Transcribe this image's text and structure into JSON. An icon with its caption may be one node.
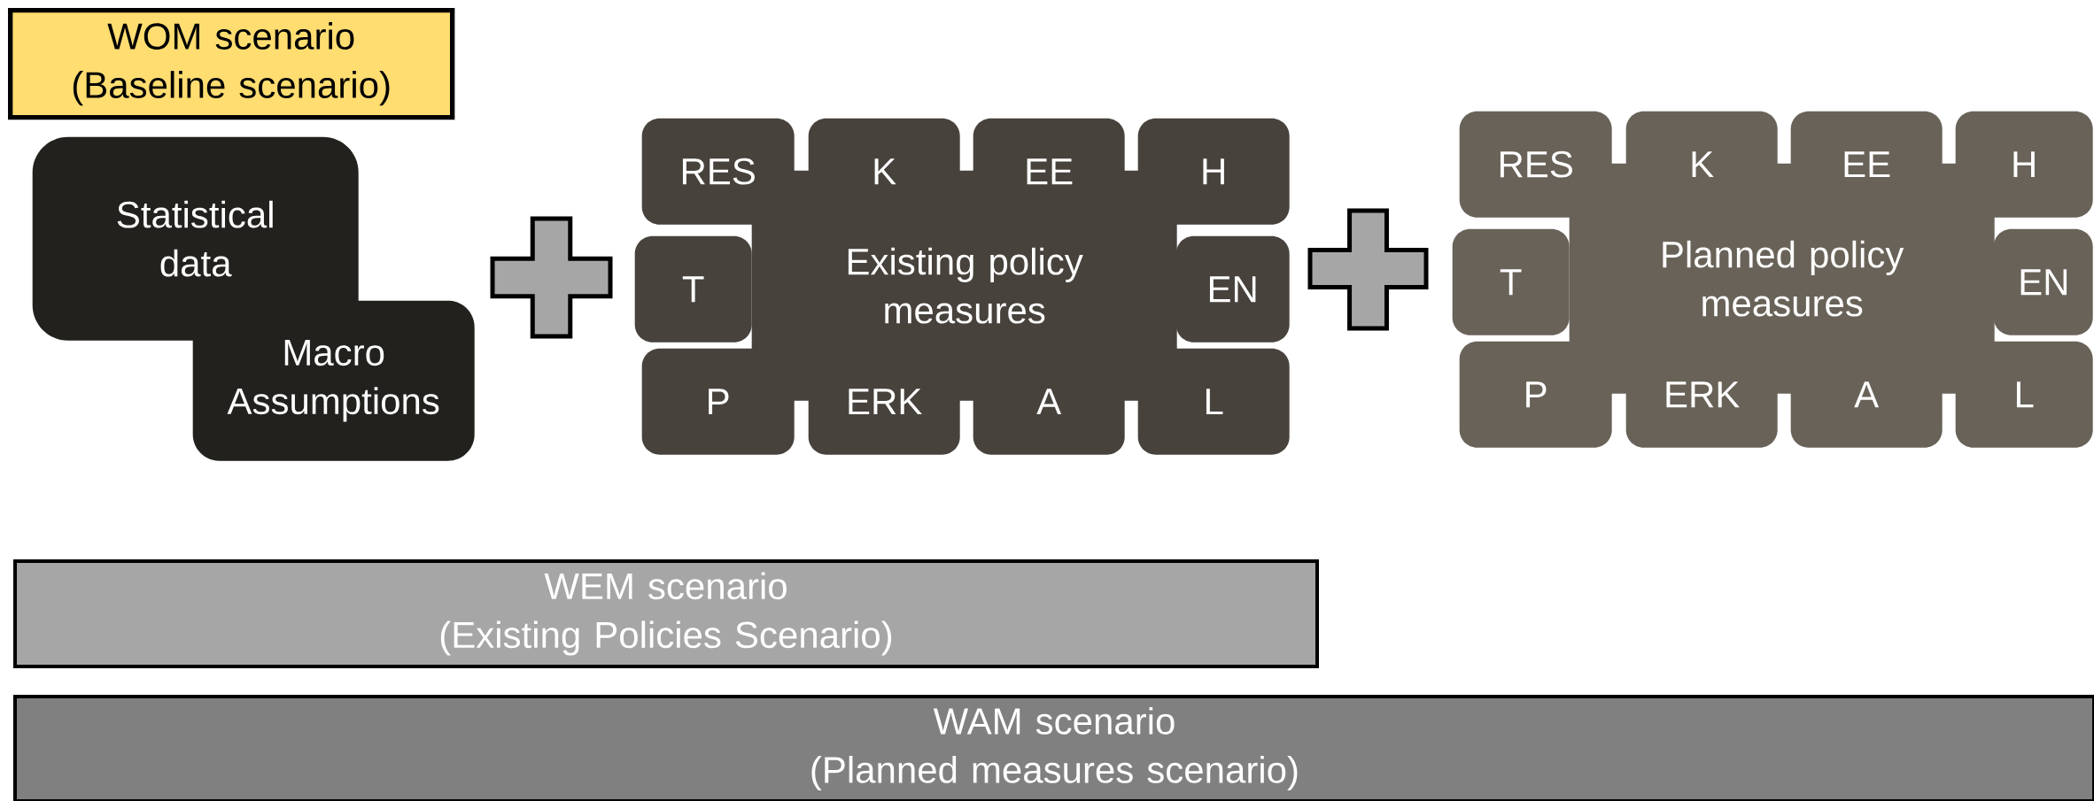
{
  "diagram": {
    "nodes": [
      {
        "text": [
          "WOM scenario",
          "(Baseline scenario)"
        ]
      },
      {
        "text": [
          "Statistical data"
        ]
      },
      {
        "text": [
          "Macro Assumptions"
        ]
      },
      {
        "text": [
          "Existing policy measures"
        ]
      },
      {
        "text": [
          "RES"
        ]
      },
      {
        "text": [
          "K"
        ]
      },
      {
        "text": [
          "EE"
        ]
      },
      {
        "text": [
          "H"
        ]
      },
      {
        "text": [
          "T"
        ]
      },
      {
        "text": [
          "EN"
        ]
      },
      {
        "text": [
          "P"
        ]
      },
      {
        "text": [
          "ERK"
        ]
      },
      {
        "text": [
          "A"
        ]
      },
      {
        "text": [
          "L"
        ]
      },
      {
        "text": [
          "Planned policy measures"
        ]
      },
      {
        "text": [
          "RES"
        ]
      },
      {
        "text": [
          "K"
        ]
      },
      {
        "text": [
          "EE"
        ]
      },
      {
        "text": [
          "H"
        ]
      },
      {
        "text": [
          "T"
        ]
      },
      {
        "text": [
          "EN"
        ]
      },
      {
        "text": [
          "P"
        ]
      },
      {
        "text": [
          "ERK"
        ]
      },
      {
        "text": [
          "A"
        ]
      },
      {
        "text": [
          "L"
        ]
      },
      {
        "text": [
          "WEM scenario",
          "(Existing Policies Scenario)"
        ]
      },
      {
        "text": [
          "WAM scenario",
          "(Planned measures scenario)"
        ]
      }
    ]
  }
}
